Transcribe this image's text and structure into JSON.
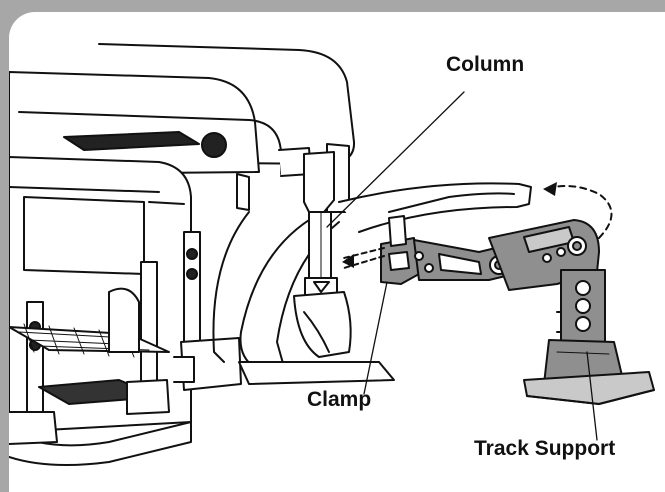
{
  "labels": {
    "column": "Column",
    "clamp": "Clamp",
    "track_support": "Track Support"
  },
  "colors": {
    "frame": "#a7a7a7",
    "panel": "#ffffff",
    "line": "#111111",
    "part_gray": "#8f8f8f",
    "shade": "#c9c9c9"
  }
}
